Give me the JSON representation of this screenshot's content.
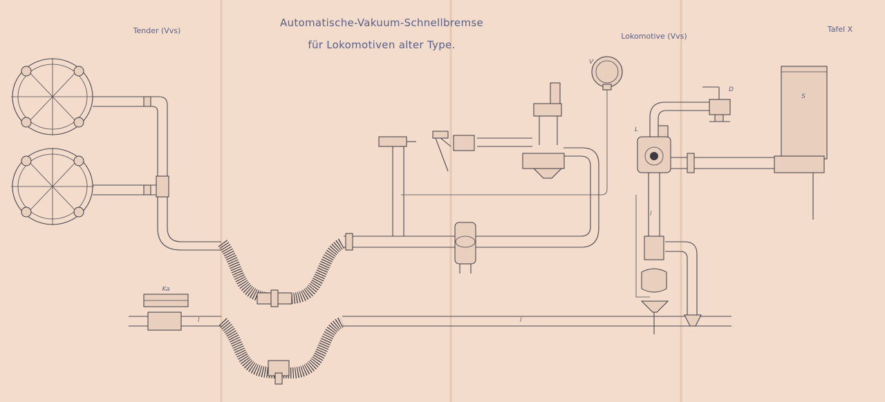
{
  "title_line1": "Automatische-Vakuum-Schnellbremse",
  "title_line2": "für Lokomotiven alter Type.",
  "label_tender": "Tender (Vvs)",
  "label_lokomotive": "Lokomotive (Vvs)",
  "label_tafel": "Tafel X",
  "part_labels": {
    "V": "V",
    "D": "D",
    "L": "L",
    "S": "S",
    "Ka": "Ka",
    "l1": "l",
    "l2": "l",
    "l3": "l"
  },
  "colors": {
    "paper": "#f3dccb",
    "ink": "#3d3a42",
    "title_ink": "#5a5f86"
  }
}
